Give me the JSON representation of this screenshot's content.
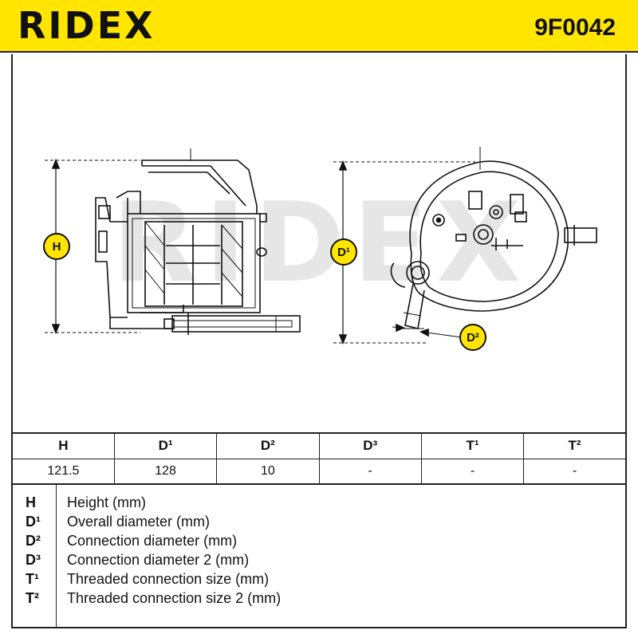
{
  "header": {
    "brand": "RIDEX",
    "part_number": "9F0042"
  },
  "drawing": {
    "watermark": "RIDEX",
    "labels": {
      "h": "H",
      "d1": "D¹",
      "d2": "D²"
    }
  },
  "table": {
    "headers": [
      "H",
      "D¹",
      "D²",
      "D³",
      "T¹",
      "T²"
    ],
    "values": [
      "121.5",
      "128",
      "10",
      "-",
      "-",
      "-"
    ]
  },
  "legend": [
    {
      "code": "H",
      "desc": "Height (mm)"
    },
    {
      "code": "D¹",
      "desc": "Overall diameter (mm)"
    },
    {
      "code": "D²",
      "desc": "Connection diameter (mm)"
    },
    {
      "code": "D³",
      "desc": "Connection diameter 2 (mm)"
    },
    {
      "code": "T¹",
      "desc": "Threaded connection size (mm)"
    },
    {
      "code": "T²",
      "desc": "Threaded connection size 2 (mm)"
    }
  ],
  "colors": {
    "brand_yellow": "#ffe500",
    "ink": "#111111"
  }
}
